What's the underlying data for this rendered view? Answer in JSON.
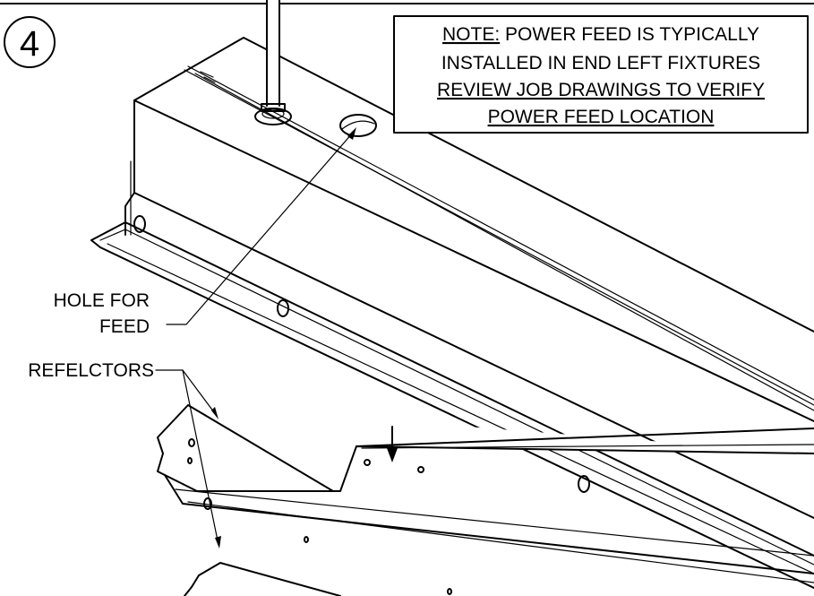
{
  "step": {
    "number": "4"
  },
  "note": {
    "keyword": "NOTE:",
    "line1_rest": " POWER FEED IS TYPICALLY",
    "line2": "INSTALLED IN END LEFT FIXTURES",
    "line3": "REVIEW JOB DRAWINGS TO VERIFY",
    "line4": "POWER FEED LOCATION"
  },
  "callouts": {
    "hole_for_feed_line1": "HOLE FOR",
    "hole_for_feed_line2": "FEED",
    "reflectors": "REFELCTORS"
  }
}
